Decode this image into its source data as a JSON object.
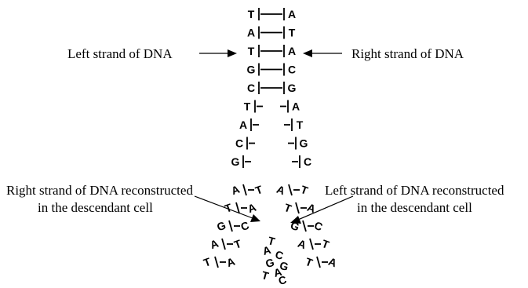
{
  "labels": {
    "left_strand": "Left strand of DNA",
    "right_strand": "Right strand of DNA",
    "right_reconstructed_line1": "Right strand of DNA reconstructed",
    "right_reconstructed_line2": "in the descendant cell",
    "left_reconstructed_line1": "Left strand of DNA reconstructed",
    "left_reconstructed_line2": "in the descendant cell"
  },
  "paired_rows": [
    {
      "left": "T",
      "right": "A"
    },
    {
      "left": "A",
      "right": "T"
    },
    {
      "left": "T",
      "right": "A"
    },
    {
      "left": "G",
      "right": "C"
    },
    {
      "left": "C",
      "right": "G"
    },
    {
      "left": "T",
      "right": "A"
    },
    {
      "left": "A",
      "right": "T"
    },
    {
      "left": "C",
      "right": "G"
    },
    {
      "left": "G",
      "right": "C"
    }
  ],
  "left_branch": [
    "A",
    "T",
    "G",
    "A",
    "T"
  ],
  "left_branch_new": [
    "T",
    "A",
    "C",
    "T",
    "A"
  ],
  "right_branch": [
    "T",
    "A",
    "C",
    "T",
    "A"
  ],
  "right_branch_new": [
    "A",
    "T",
    "G",
    "A",
    "T"
  ],
  "free_bases": [
    "T",
    "A",
    "C",
    "G",
    "G",
    "A",
    "T",
    "C"
  ]
}
